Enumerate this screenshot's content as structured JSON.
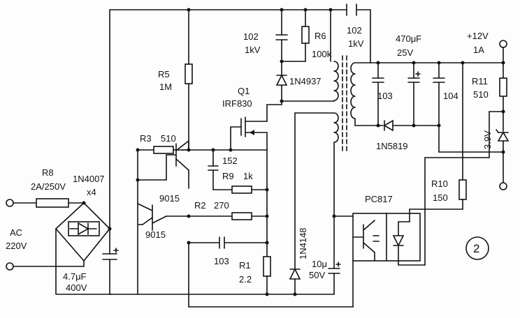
{
  "labels": {
    "r8": "R8",
    "r8_val": "2A/250V",
    "d_bridge": "1N4007",
    "d_bridge_qty": "x4",
    "ac": "AC",
    "ac_v": "220V",
    "c_in": "4.7μF",
    "c_in_v": "400V",
    "r5": "R5",
    "r5_val": "1M",
    "r3": "R3",
    "r3_val": "510",
    "t1": "9015",
    "t2": "9015",
    "c152": "152",
    "r9": "R9",
    "r9_val": "1k",
    "r2": "R2",
    "r2_val": "270",
    "c103b": "103",
    "r1": "R1",
    "r1_val": "2.2",
    "q1": "Q1",
    "q1_type": "IRF830",
    "c102a": "102",
    "c102a_v": "1kV",
    "r6": "R6",
    "r6_val": "100k",
    "d_snub": "1N4937",
    "c102b": "102",
    "c102b_v": "1kV",
    "d_aux": "1N4148",
    "c_aux": "10μ",
    "c_aux_v": "50V",
    "c_out": "470μF",
    "c_out_v": "25V",
    "c103a": "103",
    "c104": "104",
    "d_out": "1N5819",
    "vout": "+12V",
    "iout": "1A",
    "r11": "R11",
    "r11_val": "510",
    "zener": "3.9V",
    "r10": "R10",
    "r10_val": "150",
    "opto": "PC817",
    "fig_no": "2"
  }
}
